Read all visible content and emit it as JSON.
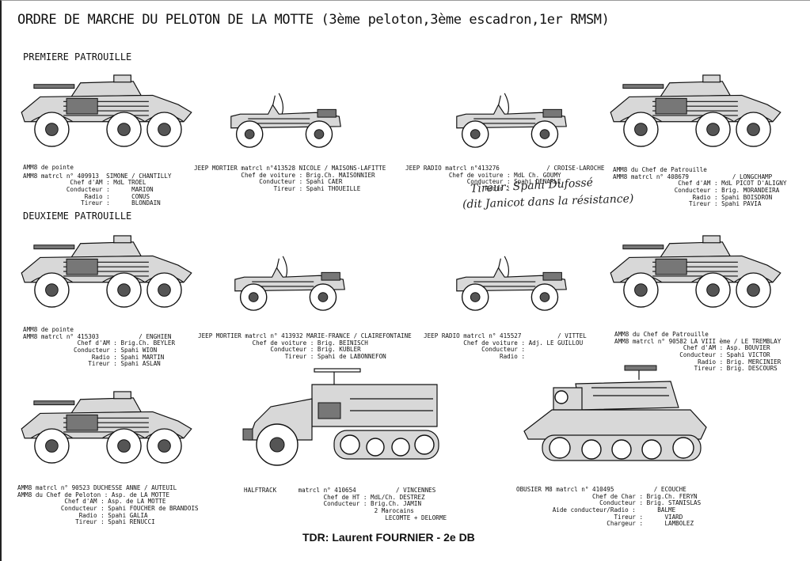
{
  "title": "ORDRE DE MARCHE DU PELOTON DE LA MOTTE (3ème peloton,3ème escadron,1er RMSM)",
  "sections": {
    "first": "PREMIERE PATROUILLE",
    "second": "DEUXIEME PATROUILLE"
  },
  "vehicles": [
    {
      "icon": "am8-armored-car-icon",
      "lines": [
        "AMM8 de pointe",
        "AMM8 matrcl n° 409913  SIMONE / CHANTILLY",
        "             Chef d'AM : MdL TROEL",
        "            Conducteur :      MARION",
        "                 Radio :      CONUS",
        "                Tireur :      BLONDAIN"
      ]
    },
    {
      "icon": "jeep-icon",
      "lines": [
        "JEEP MORTIER matrcl n°413528 NICOLE / MAISONS-LAFITTE",
        "             Chef de voiture : Brig.Ch. MAISONNIER",
        "                  Conducteur : Spahi CAER",
        "                      Tireur : Spahi THOUEILLE"
      ]
    },
    {
      "icon": "jeep-icon",
      "lines": [
        "JEEP RADIO matrcl n°413276             / CROISE-LAROCHE",
        "            Chef de voiture : MdL Ch. GOUMY",
        "                 Conducteur : Spahi DENARLE",
        "                      Radio :"
      ]
    },
    {
      "icon": "am8-armored-car-icon",
      "lines": [
        "AMM8 du Chef de Patrouille",
        "AMM8 matrcl n° 408679            / LONGCHAMP",
        "                  Chef d'AM : MdL PICOT D'ALIGNY",
        "                 Conducteur : Brig. MORANDEIRA",
        "                      Radio : Spahi BOISDRON",
        "                     Tireur : Spahi PAVIA"
      ]
    },
    {
      "icon": "am8-armored-car-icon",
      "lines": [
        "AMM8 de pointe",
        "AMM8 matrcl n° 415303           / ENGHIEN",
        "               Chef d'AM : Brig.Ch. BEYLER",
        "              Conducteur : Spahi WION",
        "                   Radio : Spahi MARTIN",
        "                  Tireur : Spahi ASLAN"
      ]
    },
    {
      "icon": "jeep-icon",
      "lines": [
        "JEEP MORTIER matrcl n° 413932 MARIE-FRANCE / CLAIREFONTAINE",
        "               Chef de voiture : Brig. BEINISCH",
        "                    Conducteur : Brig. KUBLER",
        "                        Tireur : Spahi de LABONNEFON"
      ]
    },
    {
      "icon": "jeep-icon",
      "lines": [
        "JEEP RADIO matrcl n° 415527          / VITTEL",
        "           Chef de voiture : Adj. LE GUILLOU",
        "                Conducteur :",
        "                     Radio :"
      ]
    },
    {
      "icon": "am8-armored-car-icon",
      "lines": [
        "AMM8 du Chef de Patrouille",
        "AMM8 matrcl n° 90582 LA VIII ème / LE TREMBLAY",
        "                   Chef d'AM : Asp. BOUVIER",
        "                  Conducteur : Spahi VICTOR",
        "                       Radio : Brig. MERCINIER",
        "                      Tireur : Brig. DESCOURS"
      ]
    },
    {
      "icon": "am8-armored-car-icon",
      "lines": [
        "AMM8 matrcl n° 90523 DUCHESSE ANNE / AUTEUIL",
        "AMM8 du Chef de Peloton : Asp. de LA MOTTE",
        "             Chef d'AM : Asp. de LA MOTTE",
        "            Conducteur : Spahi FOUCHER de BRANDOIS",
        "                 Radio : Spahi GALIA",
        "                Tireur : Spahi RENUCCI"
      ]
    },
    {
      "icon": "halftrack-icon",
      "lines": [
        "HALFTRACK      matrcl n° 410654           / VINCENNES",
        "                      Chef de HT : MdL/Ch. DESTREZ",
        "                      Conducteur : Brig.Ch. JAMIN",
        "                                    2 Marocains",
        "                                       LECOMTE + DELORME"
      ]
    },
    {
      "icon": "howitzer-m8-icon",
      "lines": [
        "OBUSIER M8 matrcl n° 410495           / ECOUCHE",
        "                     Chef de Char : Brig.Ch. FERYN",
        "                       Conducteur : Brig. STANISLAS",
        "          Aide conducteur/Radio :      BALME",
        "                           Tireur :      VIARD",
        "                         Chargeur :      LAMBOLEZ"
      ]
    }
  ],
  "handwritten": {
    "line1": "Tireur: Spahi Dufossé",
    "line2": "(dit Janicot dans la résistance)"
  },
  "footer": "TDR: Laurent FOURNIER - 2e DB"
}
